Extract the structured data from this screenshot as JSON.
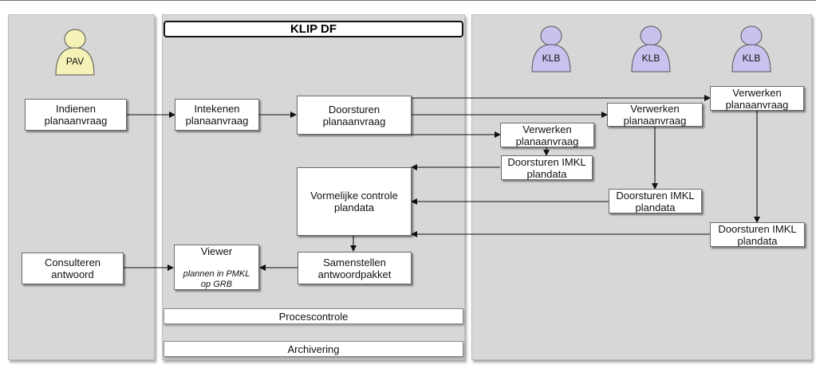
{
  "lanes": {
    "center_title": "KLIP DF"
  },
  "actors": {
    "pav": "PAV",
    "klb_1": "KLB",
    "klb_2": "KLB",
    "klb_3": "KLB"
  },
  "colors": {
    "pav_fill": "#f4f2b6",
    "klb_fill": "#c9c1ee",
    "lane_fill": "#d7d7d7"
  },
  "boxes": {
    "indienen": "Indienen\nplanaanvraag",
    "consulteren": "Consulteren\nantwoord",
    "intekenen": "Intekenen\nplanaanvraag",
    "doorsturen_aanvraag": "Doorsturen\nplanaanvraag",
    "vormelijke": "Vormelijke controle\nplandata",
    "samenstellen": "Samenstellen\nantwoordpakket",
    "viewer_title": "Viewer",
    "viewer_sub": "plannen in PMKL\nop GRB",
    "verwerken_1": "Verwerken\nplanaanvraag",
    "doorsturen_imkl_1": "Doorsturen IMKL\nplandata",
    "verwerken_2": "Verwerken\nplanaanvraag",
    "doorsturen_imkl_2": "Doorsturen IMKL\nplandata",
    "verwerken_3": "Verwerken\nplanaanvraag",
    "doorsturen_imkl_3": "Doorsturen IMKL\nplandata"
  },
  "bars": {
    "procescontrole": "Procescontrole",
    "archivering": "Archivering"
  }
}
